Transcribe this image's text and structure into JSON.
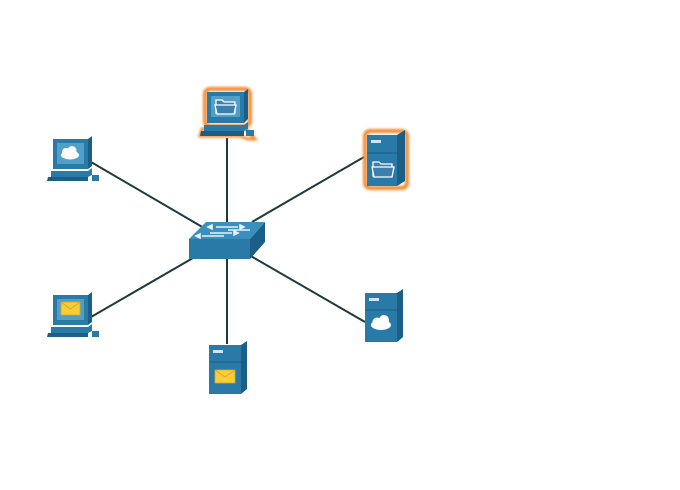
{
  "diagram": {
    "type": "network-topology",
    "layout": "star",
    "colors": {
      "device_front": "#2a7aa8",
      "device_side": "#1b5f86",
      "device_top": "#3b8fbd",
      "screen": "#4f9fc9",
      "link": "#1e3a3a",
      "highlight": "#f28a2e",
      "email_icon": "#f5cf3a",
      "cloud_icon": "#ffffff"
    },
    "hub": {
      "id": "switch",
      "type": "switch",
      "icon": "switch-icon"
    },
    "nodes": [
      {
        "id": "pc-ftp",
        "type": "pc",
        "icon": "folder-icon",
        "highlighted": true
      },
      {
        "id": "server-ftp",
        "type": "server",
        "icon": "folder-icon",
        "highlighted": true
      },
      {
        "id": "pc-web",
        "type": "pc",
        "icon": "cloud-icon",
        "highlighted": false
      },
      {
        "id": "pc-email",
        "type": "pc",
        "icon": "envelope-icon",
        "highlighted": false
      },
      {
        "id": "server-email",
        "type": "server",
        "icon": "envelope-icon",
        "highlighted": false
      },
      {
        "id": "server-web",
        "type": "server",
        "icon": "cloud-icon",
        "highlighted": false
      }
    ],
    "links": [
      {
        "from": "switch",
        "to": "pc-ftp"
      },
      {
        "from": "switch",
        "to": "server-ftp"
      },
      {
        "from": "switch",
        "to": "pc-web"
      },
      {
        "from": "switch",
        "to": "pc-email"
      },
      {
        "from": "switch",
        "to": "server-email"
      },
      {
        "from": "switch",
        "to": "server-web"
      }
    ]
  }
}
